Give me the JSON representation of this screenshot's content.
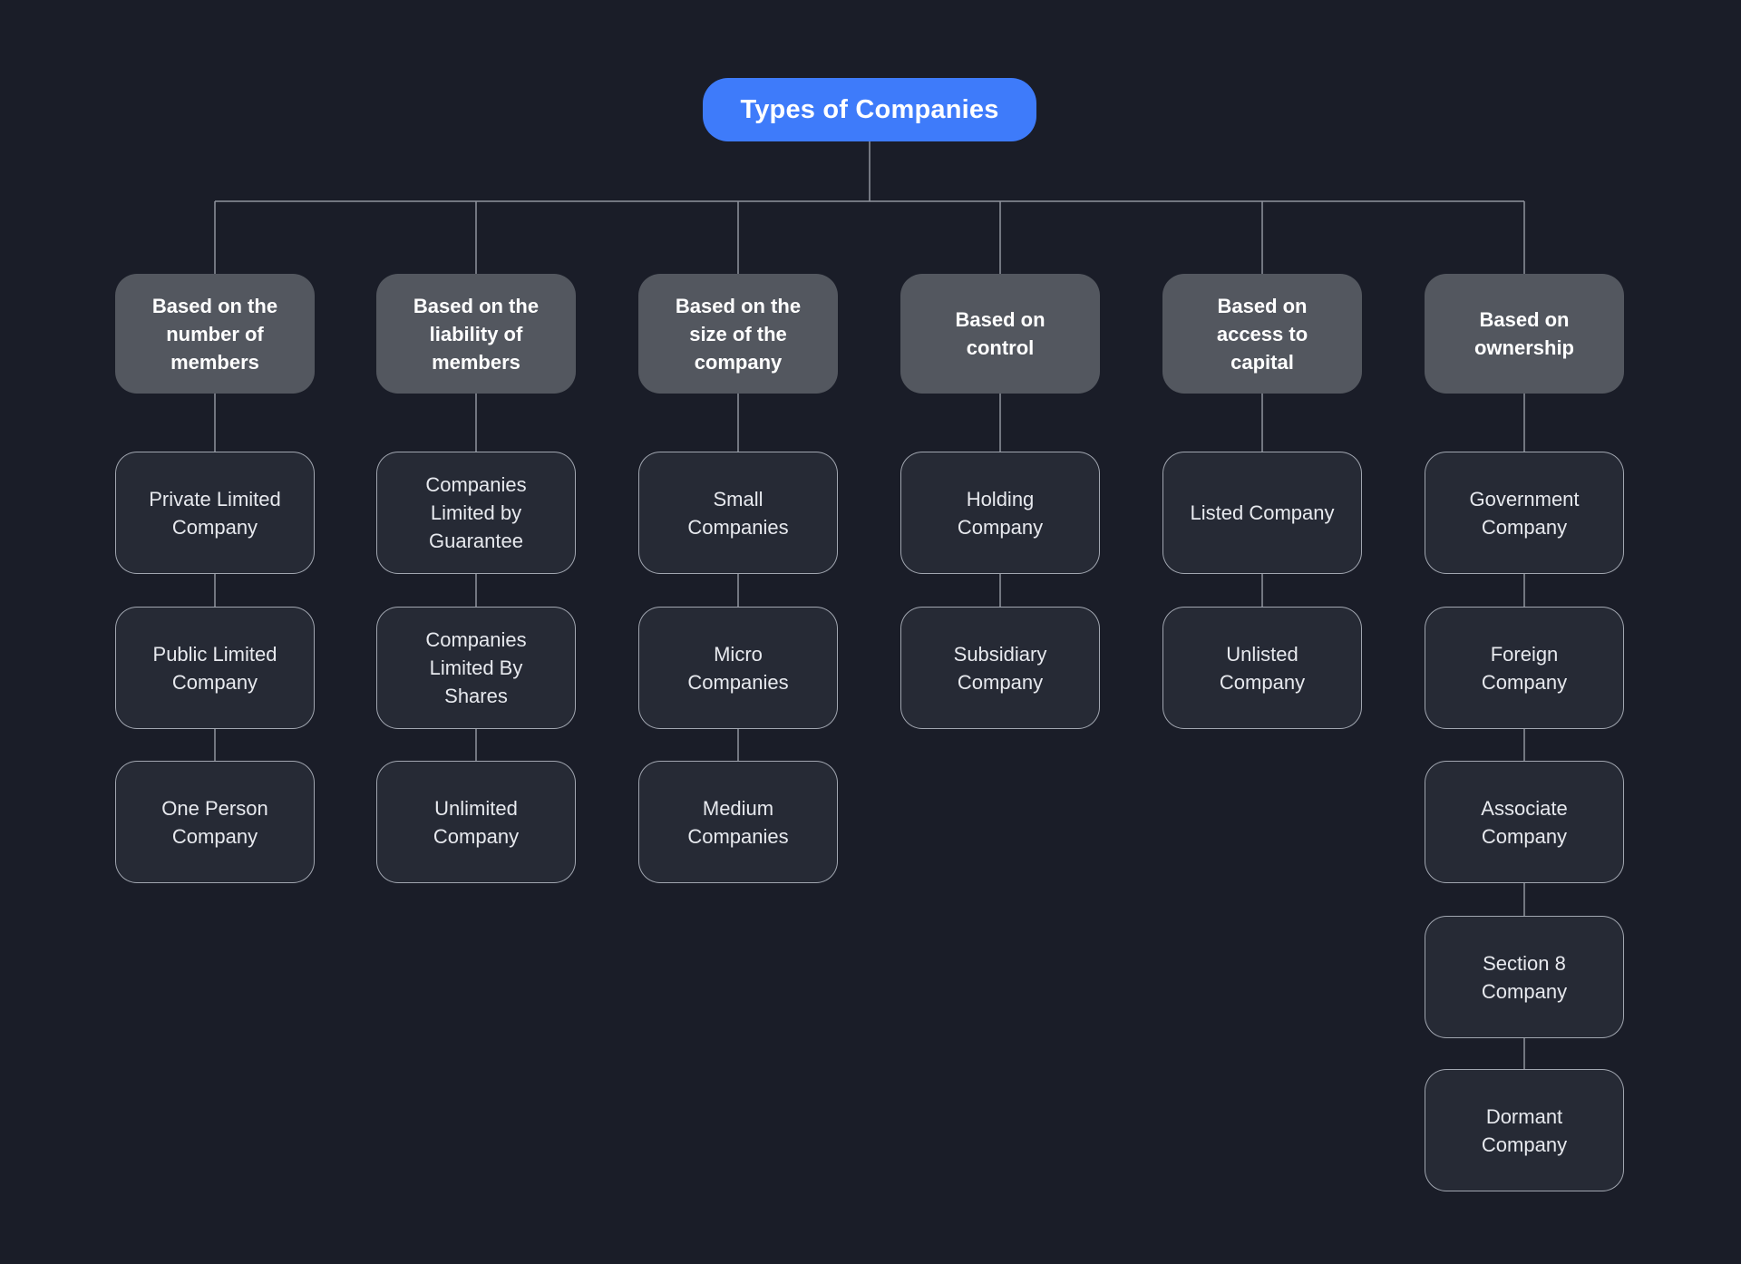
{
  "diagram": {
    "title": "Types of Companies",
    "root": {
      "label": "Types of Companies"
    },
    "categories": [
      {
        "label": "Based on the\nnumber of\nmembers",
        "children": [
          "Private Limited\nCompany",
          "Public Limited\nCompany",
          "One Person\nCompany"
        ]
      },
      {
        "label": "Based on the\nliability of\nmembers",
        "children": [
          "Companies\nLimited by\nGuarantee",
          "Companies\nLimited By\nShares",
          "Unlimited\nCompany"
        ]
      },
      {
        "label": "Based on the\nsize of the\ncompany",
        "children": [
          "Small\nCompanies",
          "Micro\nCompanies",
          "Medium\nCompanies"
        ]
      },
      {
        "label": "Based on\ncontrol",
        "children": [
          "Holding\nCompany",
          "Subsidiary\nCompany"
        ]
      },
      {
        "label": "Based on\naccess to\ncapital",
        "children": [
          "Listed Company",
          "Unlisted\nCompany"
        ]
      },
      {
        "label": "Based on\nownership",
        "children": [
          "Government\nCompany",
          "Foreign\nCompany",
          "Associate\nCompany",
          "Section 8\nCompany",
          "Dormant\nCompany"
        ]
      }
    ],
    "colors": {
      "background": "#1a1d28",
      "root_fill": "#3e7bfa",
      "category_fill": "#53575f",
      "leaf_fill": "#262a35",
      "leaf_border": "#c4c9d3",
      "connector": "#90949d",
      "root_text": "#ffffff",
      "category_text": "#ffffff",
      "leaf_text": "#e7e9ee"
    }
  }
}
